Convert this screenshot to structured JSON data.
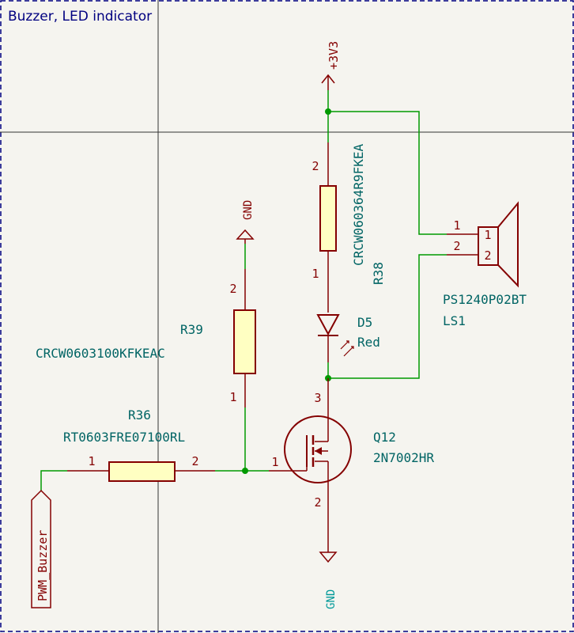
{
  "sheet": {
    "title": "Buzzer, LED indicator"
  },
  "colors": {
    "background": "#f5f4ef",
    "wire": "#009900",
    "component": "#840000",
    "component_fill": "#ffffc2",
    "reference_text": "#006464",
    "frame": "#000080"
  },
  "power": {
    "vcc": "+3V3",
    "gnd_r39": "GND",
    "gnd_q12": "GND"
  },
  "components": {
    "r38": {
      "ref": "R38",
      "value": "CRCW060364R9FKEA",
      "pin_top": "2",
      "pin_bottom": "1"
    },
    "r39": {
      "ref": "R39",
      "value": "CRCW0603100KFKEAC",
      "pin_top": "2",
      "pin_bottom": "1"
    },
    "r36": {
      "ref": "R36",
      "value": "RT0603FRE07100RL",
      "pin_left": "1",
      "pin_right": "2"
    },
    "d5": {
      "ref": "D5",
      "value": "Red"
    },
    "q12": {
      "ref": "Q12",
      "value": "2N7002HR",
      "pin_drain": "3",
      "pin_gate": "1",
      "pin_source": "2"
    },
    "ls1": {
      "ref": "LS1",
      "value": "PS1240P02BT",
      "pin1": "1",
      "pin2": "2",
      "pin1_inner": "1",
      "pin2_inner": "2"
    }
  },
  "labels": {
    "pwm": "PWM_Buzzer"
  }
}
